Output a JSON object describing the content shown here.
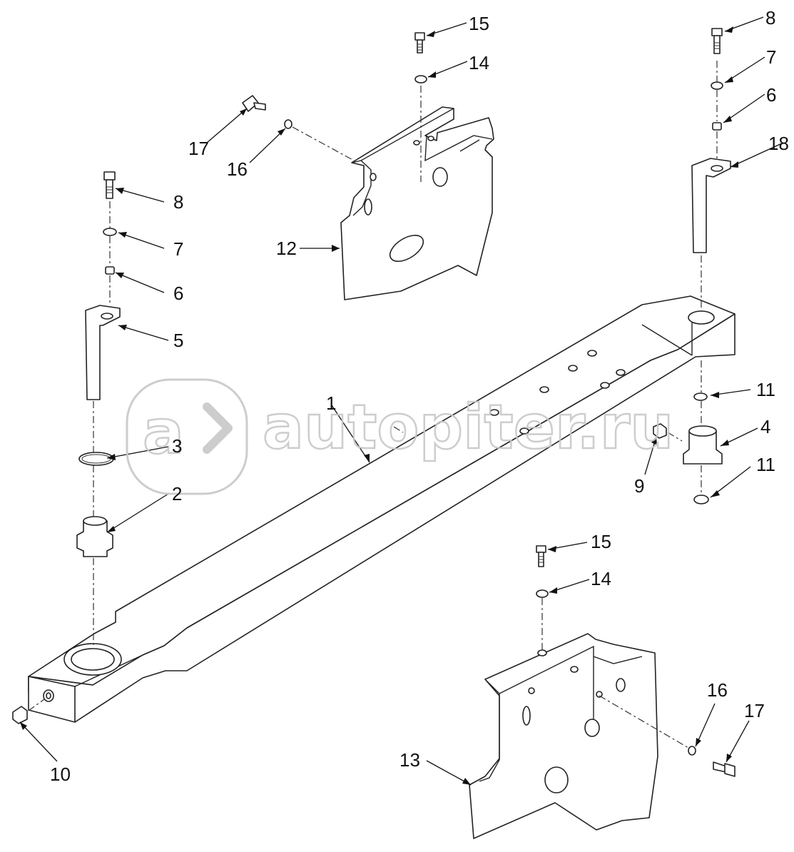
{
  "watermark": {
    "text": "autopiter.ru",
    "color": "#c8c8c8"
  },
  "callouts": [
    {
      "id": "c15a",
      "text": "15"
    },
    {
      "id": "c14a",
      "text": "14"
    },
    {
      "id": "c17a",
      "text": "17"
    },
    {
      "id": "c16a",
      "text": "16"
    },
    {
      "id": "c12",
      "text": "12"
    },
    {
      "id": "c8a",
      "text": "8"
    },
    {
      "id": "c7a",
      "text": "7"
    },
    {
      "id": "c6a",
      "text": "6"
    },
    {
      "id": "c18",
      "text": "18"
    },
    {
      "id": "c8b",
      "text": "8"
    },
    {
      "id": "c7b",
      "text": "7"
    },
    {
      "id": "c6b",
      "text": "6"
    },
    {
      "id": "c5",
      "text": "5"
    },
    {
      "id": "c11a",
      "text": "11"
    },
    {
      "id": "c1",
      "text": "1"
    },
    {
      "id": "c3",
      "text": "3"
    },
    {
      "id": "c4",
      "text": "4"
    },
    {
      "id": "c11b",
      "text": "11"
    },
    {
      "id": "c9",
      "text": "9"
    },
    {
      "id": "c2",
      "text": "2"
    },
    {
      "id": "c15b",
      "text": "15"
    },
    {
      "id": "c14b",
      "text": "14"
    },
    {
      "id": "c16b",
      "text": "16"
    },
    {
      "id": "c17b",
      "text": "17"
    },
    {
      "id": "c10",
      "text": "10"
    },
    {
      "id": "c13",
      "text": "13"
    }
  ]
}
